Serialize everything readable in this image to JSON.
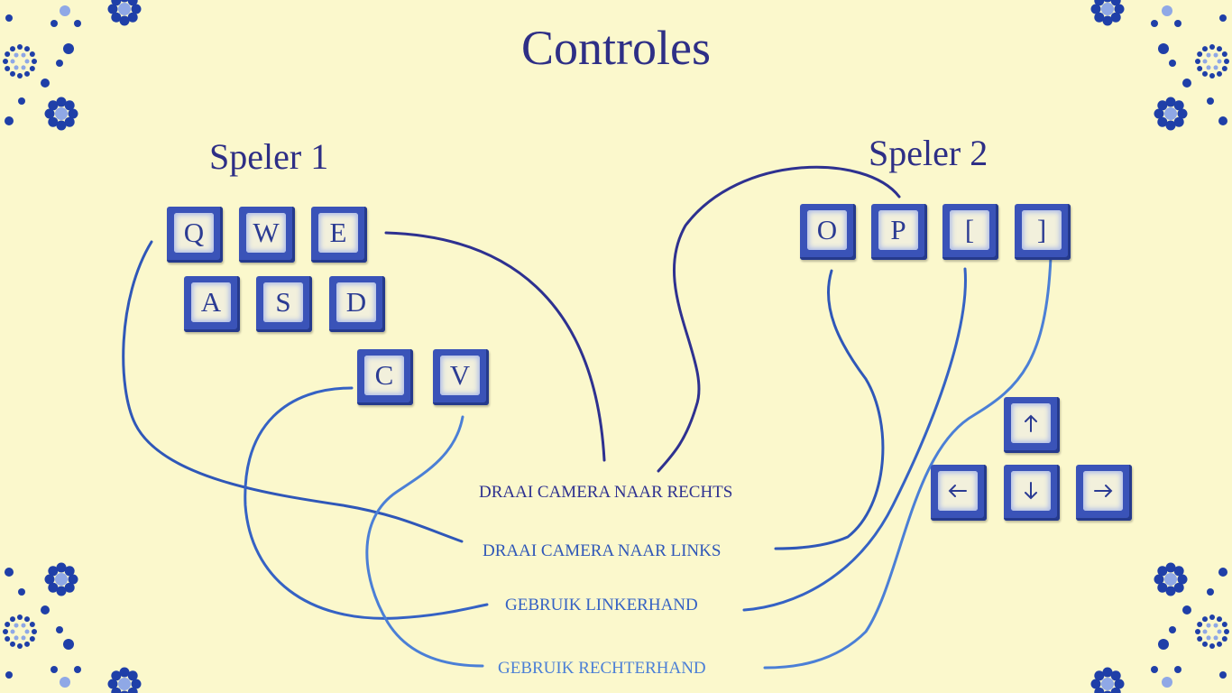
{
  "title": "Controles",
  "player1": {
    "label": "Speler 1",
    "keys": [
      "Q",
      "W",
      "E",
      "A",
      "S",
      "D",
      "C",
      "V"
    ]
  },
  "player2": {
    "label": "Speler 2",
    "keys": [
      "O",
      "P",
      "[",
      "]"
    ],
    "arrow_keys": [
      "arrow-up-icon",
      "arrow-left-icon",
      "arrow-down-icon",
      "arrow-right-icon"
    ]
  },
  "actions": {
    "turn_right": "DRAAI CAMERA NAAR RECHTS",
    "turn_left": "DRAAI CAMERA NAAR LINKS",
    "left_hand": "GEBRUIK LINKERHAND",
    "right_hand": "GEBRUIK RECHTERHAND"
  },
  "colors": {
    "background": "#fbf8cc",
    "ink": "#2e2f86",
    "line_dark": "#2e3190",
    "line_mid": "#2f57b8",
    "line_light": "#4b7fd6"
  }
}
